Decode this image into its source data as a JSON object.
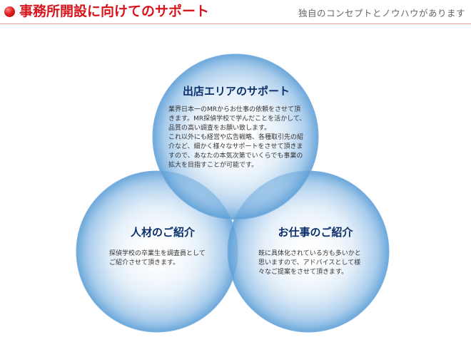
{
  "header": {
    "title": "事務所開設に向けてのサポート",
    "tagline": "独自のコンセプトとノウハウがあります"
  },
  "circles": {
    "top": {
      "title": "出店エリアのサポート",
      "lines": [
        "業界日本一のMRからお仕事の依頼をさせて頂",
        "きます。MR探偵学校で学んだことを活かして、",
        "品質の高い調査をお願い致します。",
        "これ以外にも経営や広告戦略、各種取引先の紹",
        "介など、細かく様々なサポートをさせて頂きま",
        "すので、あなたの本気次第でいくらでも事業の",
        "拡大を目指すことが可能です。"
      ]
    },
    "left": {
      "title": "人材のご紹介",
      "lines": [
        "探偵学校の卒業生を調査員として",
        "ご紹介させて頂きます。"
      ]
    },
    "right": {
      "title": "お仕事のご紹介",
      "lines": [
        "既に具体化されている方も多いかと",
        "思いますので、アドバイスとして様",
        "々なご提案をさせて頂きます。"
      ]
    }
  },
  "colors": {
    "title_red": "#d6141c",
    "circle_title_navy": "#0b2f6b",
    "circle_edge_blue": "#5b9ed6"
  }
}
